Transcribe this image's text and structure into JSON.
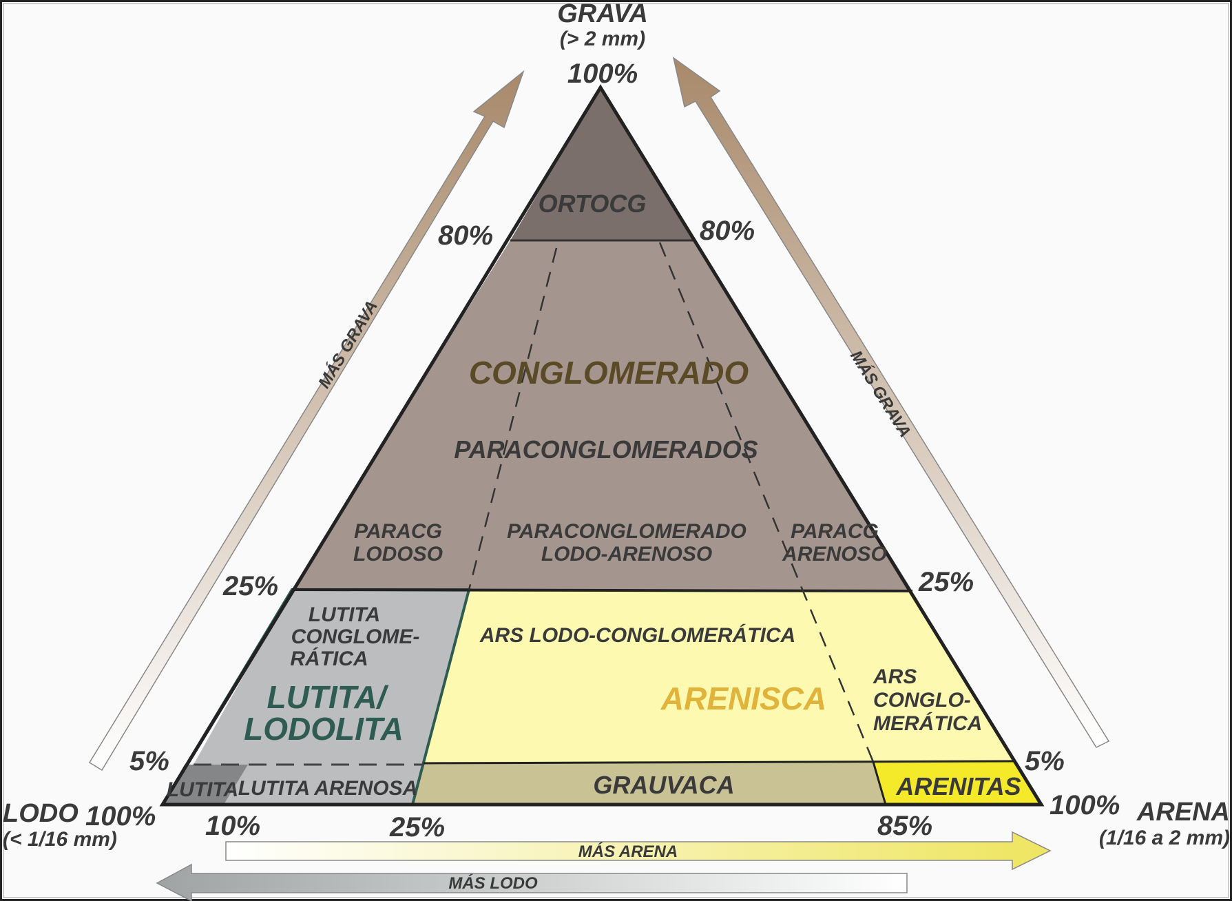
{
  "vertices": {
    "top": {
      "title": "GRAVA",
      "subtitle": "(> 2 mm)",
      "percent": "100%"
    },
    "left": {
      "title": "LODO",
      "subtitle": "(< 1/16 mm)",
      "percent": "100%"
    },
    "right": {
      "title": "ARENA",
      "subtitle": "(1/16 a 2 mm)",
      "percent": "100%"
    }
  },
  "left_edge_ticks": [
    "80%",
    "25%",
    "5%"
  ],
  "right_edge_ticks": [
    "80%",
    "25%",
    "5%"
  ],
  "base_ticks": [
    "10%",
    "25%",
    "85%"
  ],
  "arrows": {
    "left_up": "MÁS GRAVA",
    "right_up": "MÁS GRAVA",
    "bottom_right": "MÁS ARENA",
    "bottom_left": "MÁS LODO"
  },
  "regions": {
    "ortocg": "ORTOCG",
    "conglomerado": "CONGLOMERADO",
    "paraconglomerados": "PARACONGLOMERADOS",
    "paracg_lodoso": [
      "PARACG",
      "LODOSO"
    ],
    "paracg_lodo_arenoso": [
      "PARACONGLOMERADO",
      "LODO-ARENOSO"
    ],
    "paracg_arenoso": [
      "PARACG",
      "ARENOSO"
    ],
    "lutita_conglomeratica": [
      "LUTITA",
      "CONGLOME-",
      "RÁTICA"
    ],
    "lutita_lodolita": [
      "LUTITA/",
      "LODOLITA"
    ],
    "ars_lodo_conglomeratica": "ARS LODO-CONGLOMERÁTICA",
    "arenisca": "ARENISCA",
    "ars_conglomeratica": [
      "ARS",
      "CONGLO-",
      "MERÁTICA"
    ],
    "lutita": "LUTITA",
    "lutita_arenosa": "LUTITA ARENOSA",
    "grauvaca": "GRAUVACA",
    "arenitas": "ARENITAS"
  },
  "colors": {
    "ortocg": "#7b6f6b",
    "conglomerado": "#a4958f",
    "conglomerado_text": "#5b4a26",
    "lutita_zone": "#bcbdbf",
    "lutita_text": "#2e5b52",
    "lutita_border": "#2e5b52",
    "arenisca_zone": "#fdf9b0",
    "arenisca_text": "#e0b33a",
    "grauvaca": "#c9c295",
    "arenitas": "#f5ea2a",
    "lutita_small": "#858688",
    "arrow_brown": "#a8896a",
    "arrow_yellow": "#eee560",
    "arrow_gray": "#9fa3a3"
  }
}
